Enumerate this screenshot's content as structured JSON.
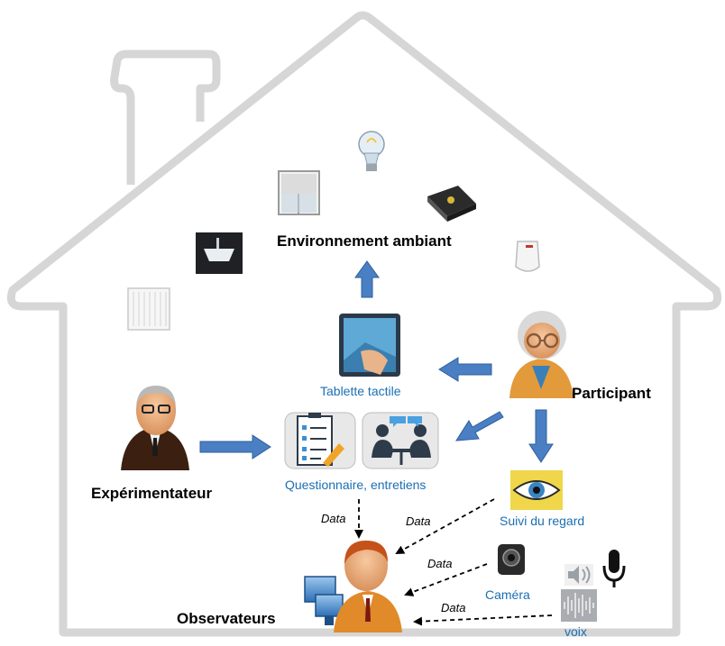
{
  "labels": {
    "environment": "Environnement ambiant",
    "tablet": "Tablette tactile",
    "participant": "Participant",
    "experimenter": "Expérimentateur",
    "questionnaire": "Questionnaire, entretiens",
    "eye_tracking": "Suivi du regard",
    "camera": "Caméra",
    "voice": "voix",
    "observers": "Observateurs"
  },
  "data_labels": [
    "Data",
    "Data",
    "Data",
    "Data"
  ],
  "icons": [
    "lightbulb-icon",
    "window-shutter-icon",
    "set-top-box-icon",
    "sink-icon",
    "motion-sensor-icon",
    "radiator-icon",
    "tablet-icon",
    "participant-avatar-icon",
    "experimenter-avatar-icon",
    "questionnaire-icon",
    "interview-icon",
    "eye-tracking-icon",
    "camera-icon",
    "speaker-icon",
    "microphone-icon",
    "waveform-icon",
    "observer-avatar-icon",
    "monitor-icon"
  ],
  "colors": {
    "house_outline": "#d6d6d6",
    "arrow_fill": "#4a7fc3",
    "arrow_stroke": "#2f5f9e",
    "label_blue": "#1a6fb3"
  }
}
